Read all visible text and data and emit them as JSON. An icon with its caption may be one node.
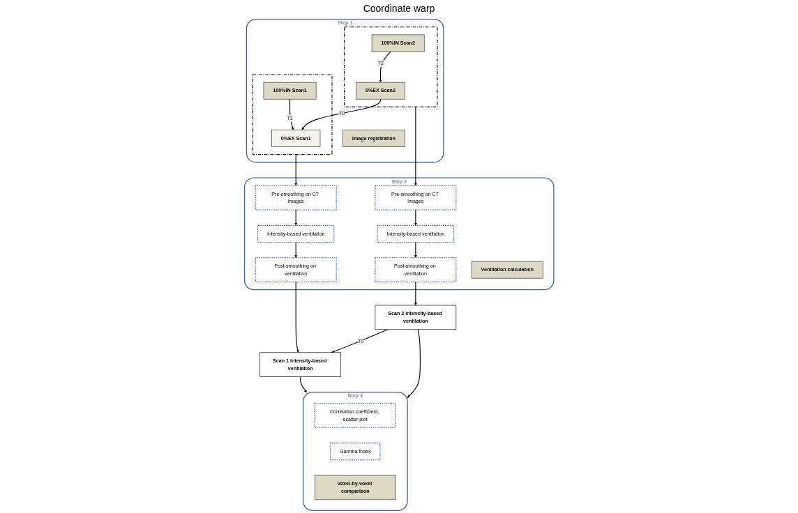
{
  "diagram": {
    "nodes": [
      {
        "text": [
          "Step 1"
        ]
      },
      {
        "text": [
          "Image registration"
        ],
        "in": 0
      },
      {
        "text": [],
        "shape": "box",
        "in": 0
      },
      {
        "text": [
          "100%IN Scan1"
        ],
        "in": 2
      },
      {
        "text": [
          "0%EX Scan1"
        ],
        "in": 2
      },
      {
        "text": [],
        "shape": "box",
        "in": 0
      },
      {
        "text": [
          "0%EX Scan2"
        ],
        "in": 5
      },
      {
        "text": [
          "100%IN Scan2"
        ],
        "in": 5
      },
      {
        "text": [
          "Step 2"
        ]
      },
      {
        "text": [
          "Ventilation calculation"
        ],
        "in": 8
      },
      {
        "text": [
          "Pre-smoothing on CT images"
        ],
        "in": 8
      },
      {
        "text": [
          "Intensity-based ventilation"
        ],
        "in": 8
      },
      {
        "text": [
          "Post-smoothing on ventilation"
        ],
        "in": 8
      },
      {
        "text": [
          "Pre-smoothing on CT images"
        ],
        "in": 8
      },
      {
        "text": [
          "Intensity-based ventilation"
        ],
        "in": 8
      },
      {
        "text": [
          "Post-smoothing on ventilation"
        ],
        "in": 8
      },
      {
        "text": [
          "Scan 1 intensity-based ventilation"
        ]
      },
      {
        "text": [
          "Scan 2 intensity-based ventilation"
        ]
      },
      {
        "text": [
          "Step 3"
        ]
      },
      {
        "text": [
          "Voxel-by-voxel comparison"
        ],
        "in": 18
      },
      {
        "text": [
          "Gamma index"
        ],
        "in": 18
      },
      {
        "text": [
          "Correlation coefficient, scatter plot"
        ],
        "in": 18
      }
    ],
    "edges": [
      {
        "from": 3,
        "to": 4,
        "arrow": "to",
        "label": "T1"
      },
      {
        "from": 7,
        "to": 6,
        "arrow": "to",
        "label": "T2"
      },
      {
        "from": 6,
        "to": 4,
        "arrow": "to",
        "label": "T0"
      },
      {
        "from": 2,
        "to": 10,
        "arrow": "to"
      },
      {
        "from": 10,
        "to": 11,
        "arrow": "to"
      },
      {
        "from": 11,
        "to": 12,
        "arrow": "to"
      },
      {
        "from": 12,
        "to": 16,
        "arrow": "to"
      },
      {
        "from": 5,
        "to": 13,
        "arrow": "to"
      },
      {
        "from": 13,
        "to": 14,
        "arrow": "to"
      },
      {
        "from": 14,
        "to": 15,
        "arrow": "to"
      },
      {
        "from": 15,
        "to": 17,
        "arrow": "to"
      },
      {
        "from": 17,
        "to": 16,
        "arrow": "to",
        "label": "T0"
      },
      {
        "from": 16,
        "to": 18,
        "arrow": "to"
      },
      {
        "from": 17,
        "to": 18,
        "arrow": "to"
      }
    ],
    "labels": [
      "Coordinate warp"
    ]
  }
}
